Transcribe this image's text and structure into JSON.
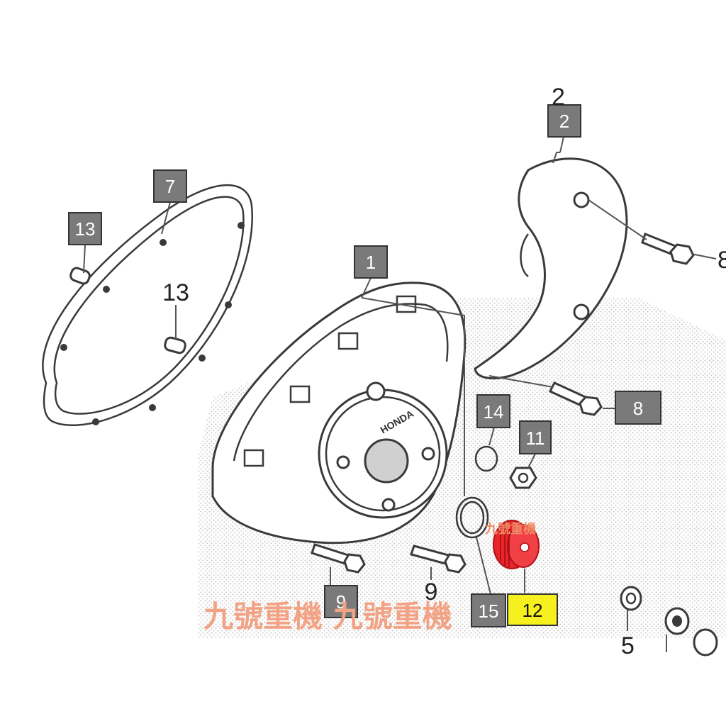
{
  "callouts": [
    {
      "id": "1",
      "text": "1"
    },
    {
      "id": "2",
      "text": "2"
    },
    {
      "id": "7",
      "text": "7"
    },
    {
      "id": "8",
      "text": "8"
    },
    {
      "id": "9",
      "text": "9"
    },
    {
      "id": "11",
      "text": "11"
    },
    {
      "id": "12",
      "text": "12"
    },
    {
      "id": "13",
      "text": "13"
    },
    {
      "id": "14",
      "text": "14"
    },
    {
      "id": "15",
      "text": "15"
    }
  ],
  "plain_labels": {
    "label_13": "13",
    "label_9": "9",
    "label_8_edge": "8",
    "label_2_top": "2",
    "label_5": "5"
  },
  "watermark": {
    "main_text": "九號重機 九號重機",
    "small_text": "九號重機"
  },
  "colors": {
    "callout_gray": "#7a7a7a",
    "callout_highlight": "#f5f01e",
    "highlight_part": "#e8262a",
    "watermark": "#f2a385"
  }
}
